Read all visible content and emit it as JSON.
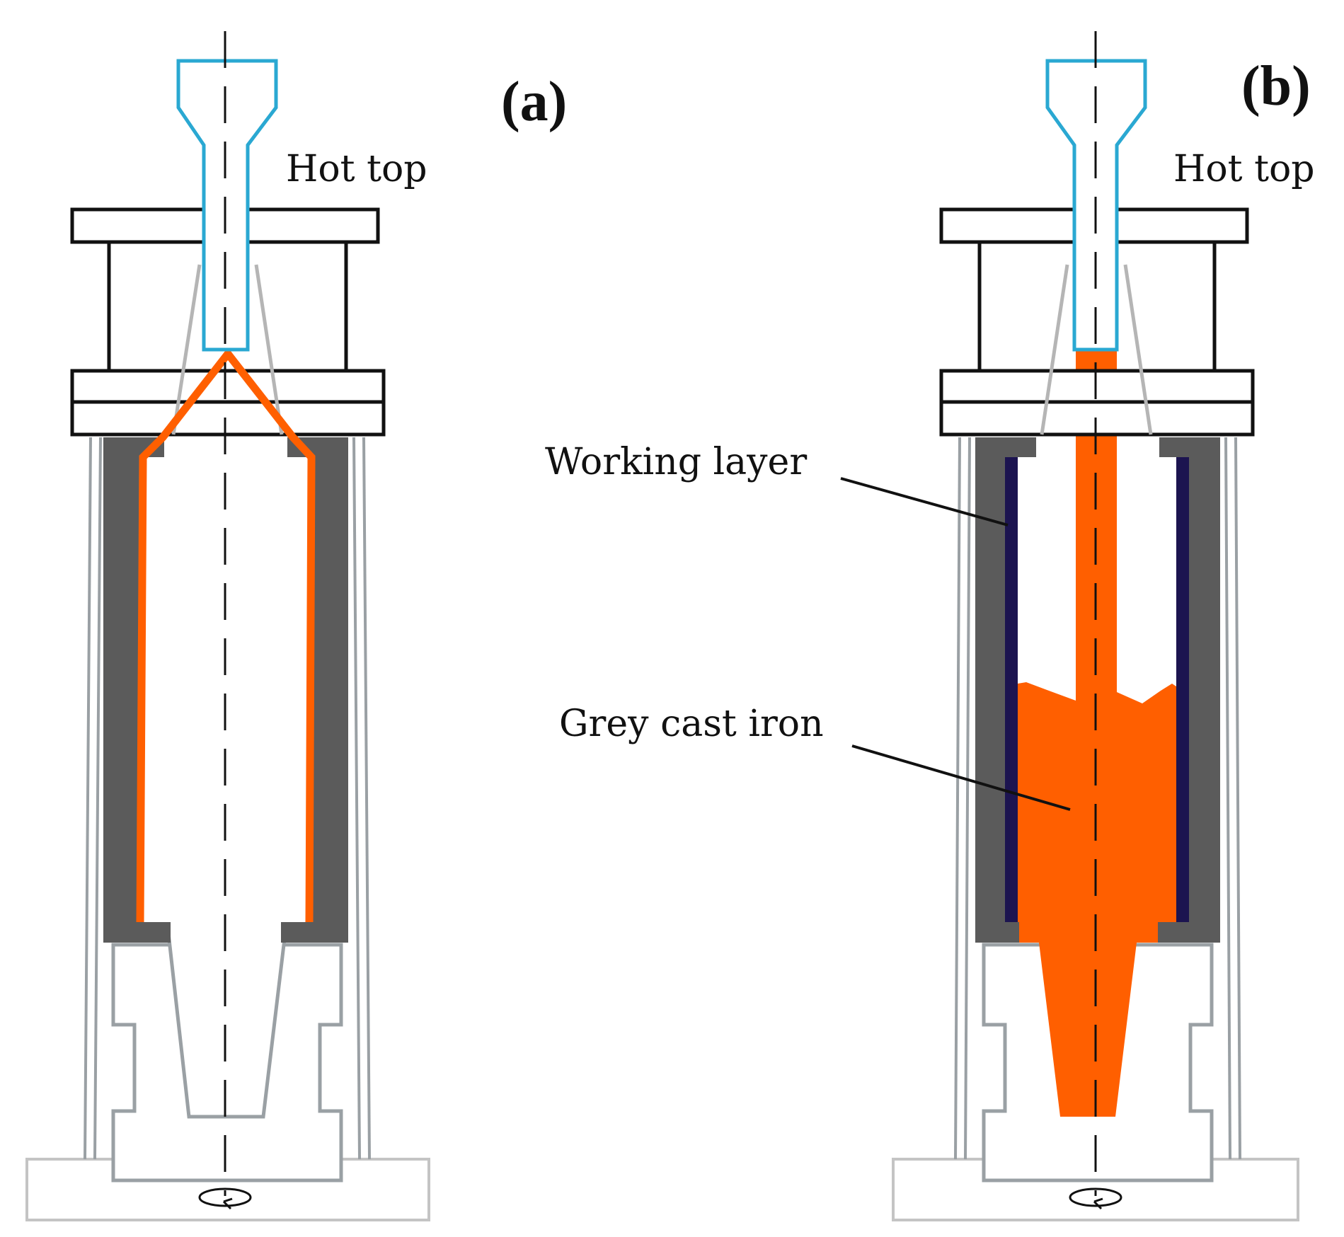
{
  "panels": [
    {
      "id": "a",
      "label": "(a)",
      "hot_top_label": "Hot top"
    },
    {
      "id": "b",
      "label": "(b)",
      "hot_top_label": "Hot top"
    }
  ],
  "annotations": {
    "working_layer": "Working layer",
    "grey_cast_iron": "Grey cast iron"
  },
  "colors": {
    "hot_top": "#2aa8d2",
    "molten_metal": "#ff5f00",
    "mould_wall": "#5b5b5b",
    "working_layer": "#1c1450",
    "outline_light": "#9aa0a4",
    "outline_dark": "#111111"
  },
  "icons": {
    "rotation": "rotation-arrow-icon"
  }
}
